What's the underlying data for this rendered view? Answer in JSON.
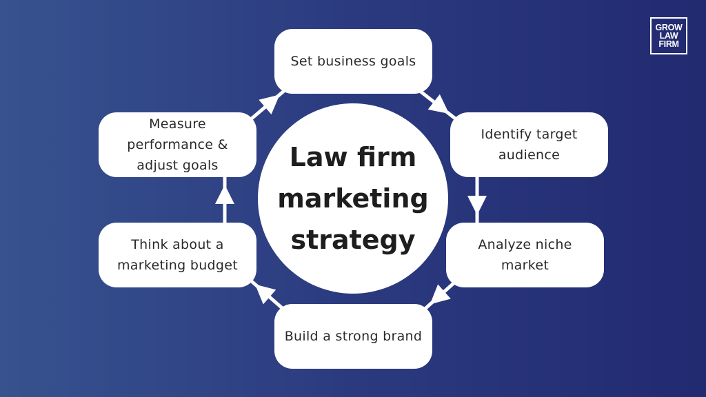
{
  "center": {
    "line1": "Law firm",
    "line2": "marketing",
    "line3": "strategy"
  },
  "steps": [
    {
      "label": "Set business goals"
    },
    {
      "label": "Identify target audience"
    },
    {
      "label": "Analyze niche market"
    },
    {
      "label": "Build a strong brand"
    },
    {
      "label": "Think about a marketing budget"
    },
    {
      "label": "Measure performance & adjust goals"
    }
  ],
  "logo": {
    "line1": "GROW",
    "line2": "LAW",
    "line3": "FIRM"
  },
  "colors": {
    "bg_left": "#37528f",
    "bg_right": "#222a70",
    "box": "#ffffff",
    "arrow": "#ffffff"
  }
}
